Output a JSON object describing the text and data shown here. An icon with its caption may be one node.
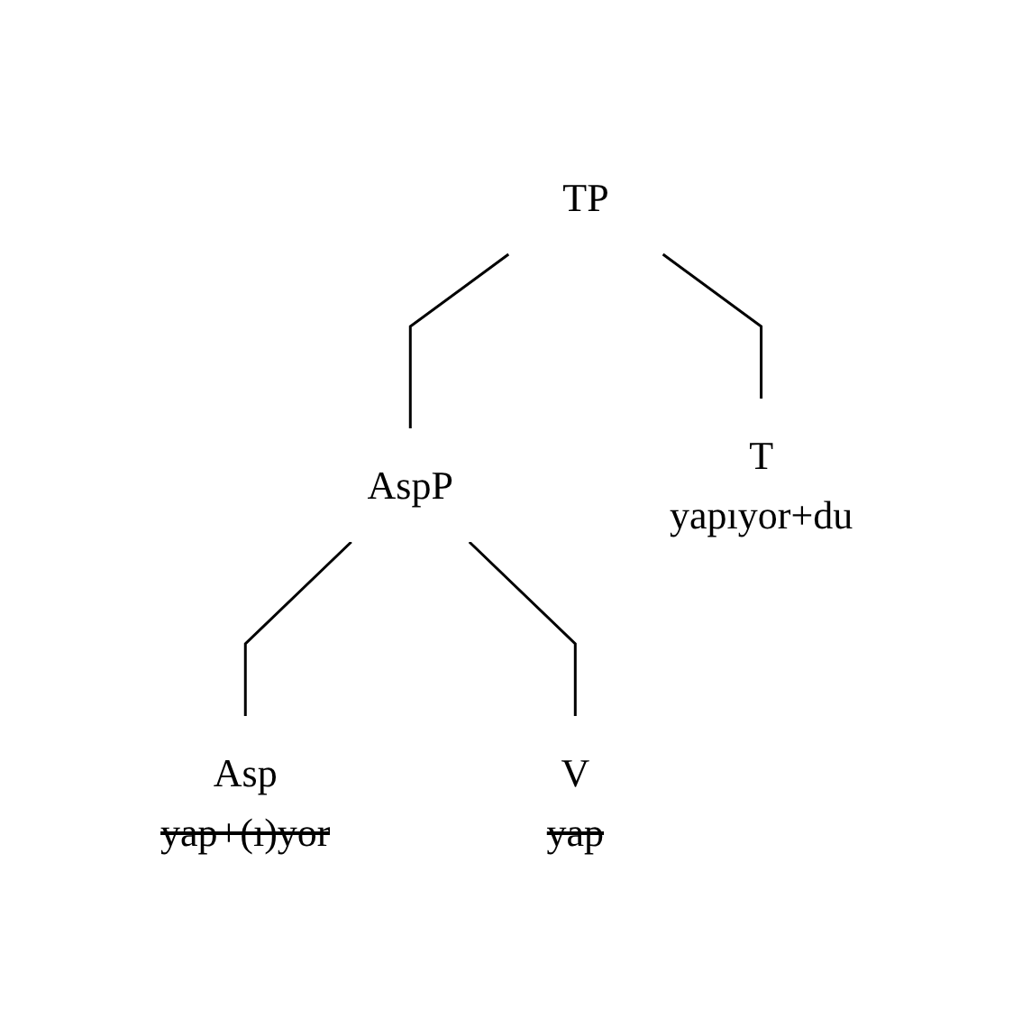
{
  "diagram": {
    "nodes": [
      {
        "text": [
          "TP"
        ]
      },
      {
        "text": [
          "AspP"
        ]
      },
      {
        "text": [
          "T",
          "yapıyor+du"
        ]
      },
      {
        "text": [
          "Asp",
          "yap+(ı)yor"
        ]
      },
      {
        "text": [
          "V",
          "yap"
        ]
      }
    ],
    "edges": [
      {
        "from": 0,
        "to": 1,
        "arrow": "none"
      },
      {
        "from": 0,
        "to": 2,
        "arrow": "none"
      },
      {
        "from": 1,
        "to": 3,
        "arrow": "none"
      },
      {
        "from": 1,
        "to": 4,
        "arrow": "none"
      }
    ]
  }
}
